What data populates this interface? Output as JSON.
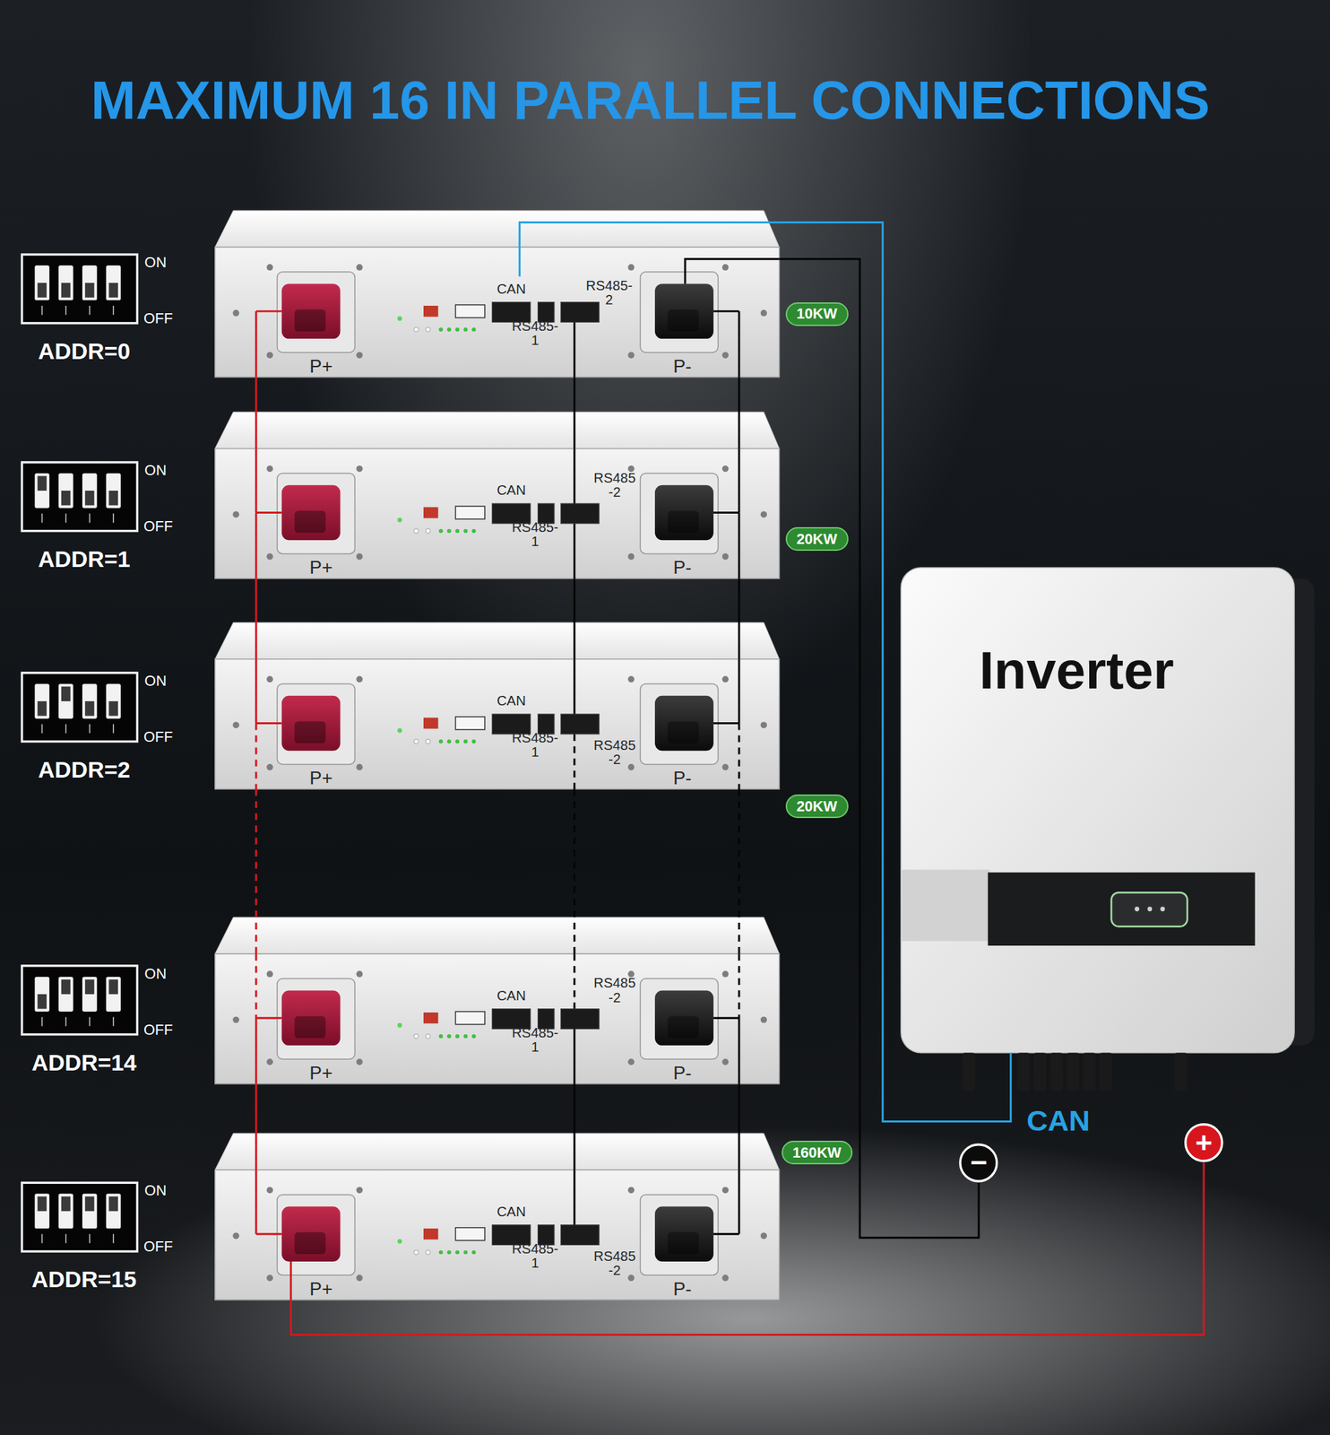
{
  "diagram": {
    "title": "MAXIMUM 16 IN PARALLEL CONNECTIONS",
    "nodes": [
      {
        "text": [
          "CAN",
          "RS485-2",
          "RS485-1",
          "P+",
          "P-"
        ]
      },
      {
        "text": [
          "10KW"
        ]
      },
      {
        "text": [
          "RS485 -2",
          "CAN",
          "RS485-1",
          "P+",
          "P-"
        ]
      },
      {
        "text": [
          "20KW"
        ]
      },
      {
        "text": [
          "Inverter"
        ]
      },
      {
        "text": [
          "CAN",
          "RS485-1",
          "RS485 -2",
          "P+",
          "P-"
        ]
      },
      {
        "text": [
          "20KW"
        ]
      },
      {
        "text": [
          "RS485 -2",
          "CAN",
          "RS485-1",
          "P+",
          "P-"
        ]
      },
      {
        "text": [
          "+"
        ]
      },
      {
        "text": [
          "160KW"
        ]
      },
      {
        "text": [
          "−"
        ]
      },
      {
        "text": [
          "CAN",
          "RS485-1",
          "RS485 -2",
          "P+",
          "P-"
        ]
      }
    ],
    "edges": [
      {
        "from": 0,
        "to": 2,
        "arrow": "none"
      },
      {
        "from": 0,
        "to": 2,
        "arrow": "none"
      },
      {
        "from": 0,
        "to": 2,
        "arrow": "none"
      },
      {
        "from": 2,
        "to": 5,
        "arrow": "none"
      },
      {
        "from": 2,
        "to": 5,
        "arrow": "none"
      },
      {
        "from": 2,
        "to": 5,
        "arrow": "none"
      },
      {
        "from": 5,
        "to": 7,
        "arrow": "none"
      },
      {
        "from": 5,
        "to": 7,
        "arrow": "none"
      },
      {
        "from": 5,
        "to": 7,
        "arrow": "none"
      },
      {
        "from": 7,
        "to": 11,
        "arrow": "none"
      },
      {
        "from": 7,
        "to": 11,
        "arrow": "none"
      },
      {
        "from": 7,
        "to": 11,
        "arrow": "none"
      },
      {
        "from": 0,
        "to": 4,
        "label": "CAN",
        "arrow": "none"
      },
      {
        "from": 0,
        "to": 10,
        "arrow": "none"
      },
      {
        "from": 11,
        "to": 8,
        "arrow": "none"
      }
    ],
    "labels": [
      "ON",
      "OFF",
      "ADDR=0",
      "ON",
      "OFF",
      "ADDR=1",
      "ON",
      "OFF",
      "ADDR=2",
      "ON",
      "OFF",
      "ADDR=14",
      "ON",
      "OFF",
      "ADDR=15"
    ]
  }
}
